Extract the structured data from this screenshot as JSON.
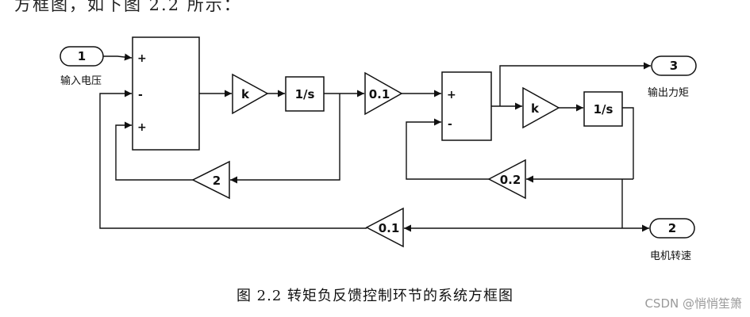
{
  "top_text": "方框图，如下图 2.2 所示：",
  "ports": {
    "in1": {
      "num": "1",
      "label": "输入电压"
    },
    "out3": {
      "num": "3",
      "label": "输出力矩"
    },
    "out2": {
      "num": "2",
      "label": "电机转速"
    }
  },
  "sum1": {
    "signs": [
      "+",
      "-",
      "+"
    ]
  },
  "sum2": {
    "signs": [
      "+",
      "-"
    ]
  },
  "gains": {
    "k1": "k",
    "k2": "k",
    "g01a": "0.1",
    "g2": "2",
    "g02": "0.2",
    "g01b": "0.1"
  },
  "integrators": {
    "i1": "1/s",
    "i2": "1/s"
  },
  "caption": "图  2.2  转矩负反馈控制环节的系统方框图",
  "watermark": "CSDN @悄悄笙箫"
}
